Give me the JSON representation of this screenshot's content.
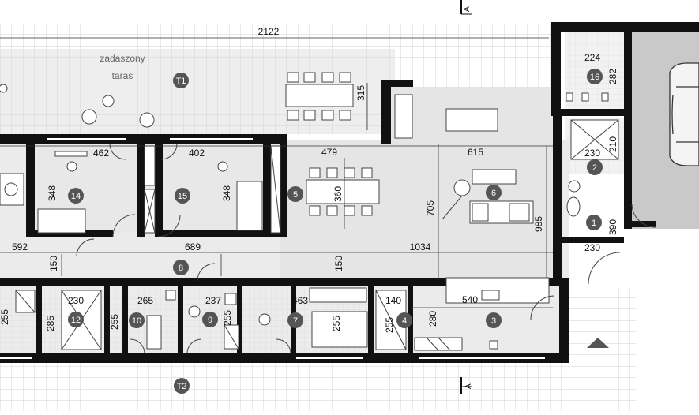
{
  "section_markers": {
    "top": "A",
    "bottom": "A"
  },
  "terrace": {
    "label_line1": "zadaszony",
    "label_line2": "taras"
  },
  "dimensions": {
    "overall_width": "2122",
    "terrace_depth": "315",
    "room16_width": "224",
    "room16_depth": "282",
    "room2_width": "230",
    "room2_depth": "210",
    "room1_width": "230",
    "room1_depth": "390",
    "room14_width": "462",
    "room14_depth": "348",
    "room15_width": "402",
    "room15_depth": "348",
    "dining_width": "479",
    "dining_depth": "360",
    "living_width": "615",
    "living_diag": "705",
    "living_depth": "985",
    "hall_width": "689",
    "left_bed_width": "592",
    "hall_height_left": "150",
    "hall_height_right": "150",
    "living_full_width": "1034",
    "room12_width": "230",
    "room12_depth": "285",
    "room10_width": "265",
    "room10_depth": "255",
    "room9_width": "237",
    "room9_depth": "255",
    "room7_width": "463",
    "room7_depth": "255",
    "room4_width": "140",
    "room4_depth": "255",
    "room3_width": "540",
    "room3_depth": "280",
    "left_edge_depth": "255"
  },
  "room_numbers": {
    "r1": "1",
    "r2": "2",
    "r3": "3",
    "r4": "4",
    "r5": "5",
    "r6": "6",
    "r7": "7",
    "r8": "8",
    "r9": "9",
    "r10": "10",
    "r12": "12",
    "r14": "14",
    "r15": "15",
    "r16": "16",
    "t1": "T1",
    "t2": "T2"
  }
}
